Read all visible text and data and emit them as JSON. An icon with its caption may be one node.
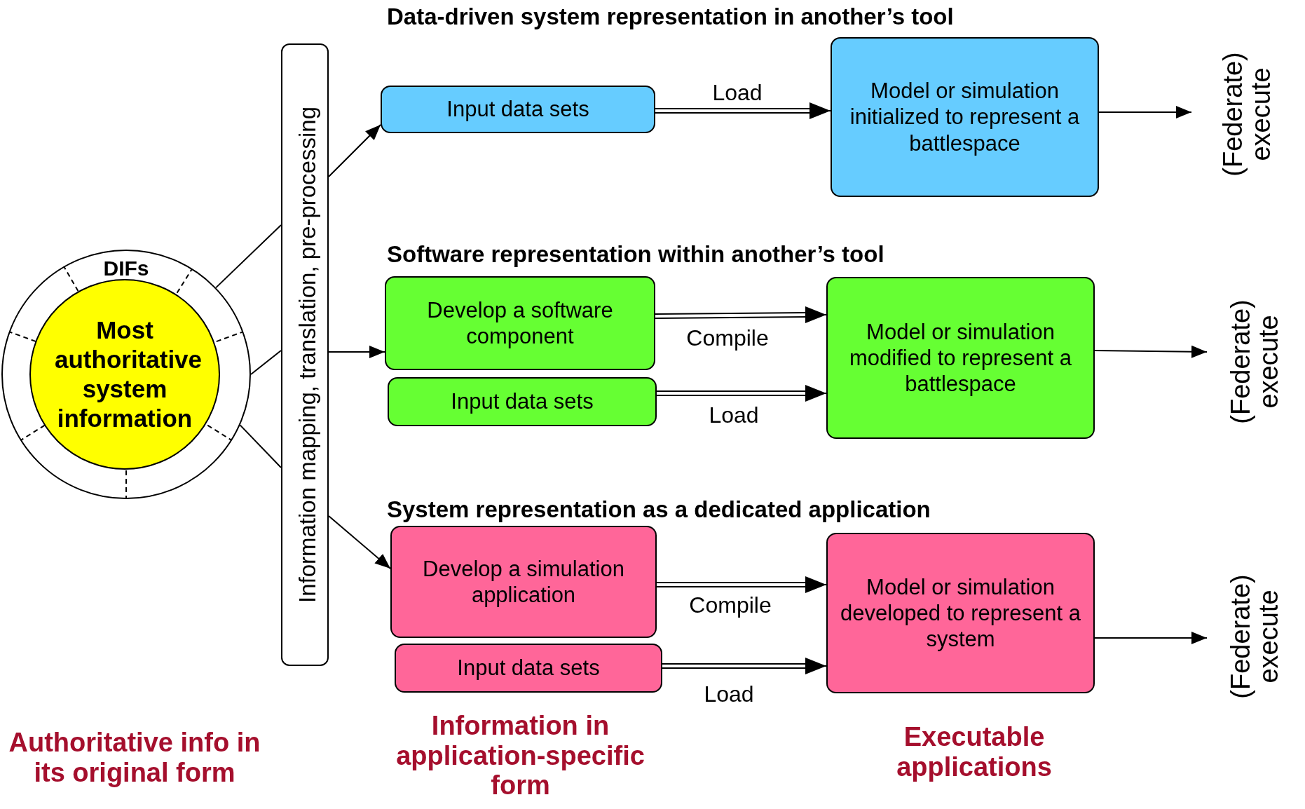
{
  "diagram": {
    "nodes": [
      {
        "text": [
          "DIFs"
        ]
      },
      {
        "text": [
          "Most authoritative system information"
        ],
        "in": 0
      },
      {
        "text": [
          "Information mapping, translation, pre-processing"
        ]
      },
      {
        "text": [
          "Input data sets"
        ]
      },
      {
        "text": [
          "Model or simulation initialized to represent a battlespace"
        ]
      },
      {
        "text": [
          "(Federate) execute"
        ]
      },
      {
        "text": [
          "Develop a software component"
        ]
      },
      {
        "text": [
          "Input data sets"
        ]
      },
      {
        "text": [
          "Model or simulation modified to represent a battlespace"
        ]
      },
      {
        "text": [
          "(Federate) execute"
        ]
      },
      {
        "text": [
          "Develop a simulation application"
        ]
      },
      {
        "text": [
          "Input data sets"
        ]
      },
      {
        "text": [
          "Model or simulation developed to represent a system"
        ]
      },
      {
        "text": [
          "(Federate) execute"
        ]
      }
    ],
    "edges": [
      {
        "from": 0,
        "to": 2,
        "arrow": "none"
      },
      {
        "from": 0,
        "to": 2,
        "arrow": "none"
      },
      {
        "from": 0,
        "to": 2,
        "arrow": "none"
      },
      {
        "from": 2,
        "to": 3,
        "arrow": "to"
      },
      {
        "from": 2,
        "to": 6,
        "arrow": "to"
      },
      {
        "from": 2,
        "to": 10,
        "arrow": "to"
      },
      {
        "from": 3,
        "to": 4,
        "arrow": "to",
        "label": "Load"
      },
      {
        "from": 6,
        "to": 8,
        "arrow": "to",
        "label": "Compile"
      },
      {
        "from": 7,
        "to": 8,
        "arrow": "to",
        "label": "Load"
      },
      {
        "from": 10,
        "to": 12,
        "arrow": "to",
        "label": "Compile"
      },
      {
        "from": 11,
        "to": 12,
        "arrow": "to",
        "label": "Load"
      },
      {
        "from": 4,
        "to": 5,
        "arrow": "to"
      },
      {
        "from": 8,
        "to": 9,
        "arrow": "to"
      },
      {
        "from": 12,
        "to": 13,
        "arrow": "to"
      }
    ],
    "labels": [
      "Data-driven system representation in another’s tool",
      "Software representation within another’s tool",
      "System representation as a dedicated application",
      "Authoritative info in its original form",
      "Information in application-specific form",
      "Executable applications"
    ]
  }
}
